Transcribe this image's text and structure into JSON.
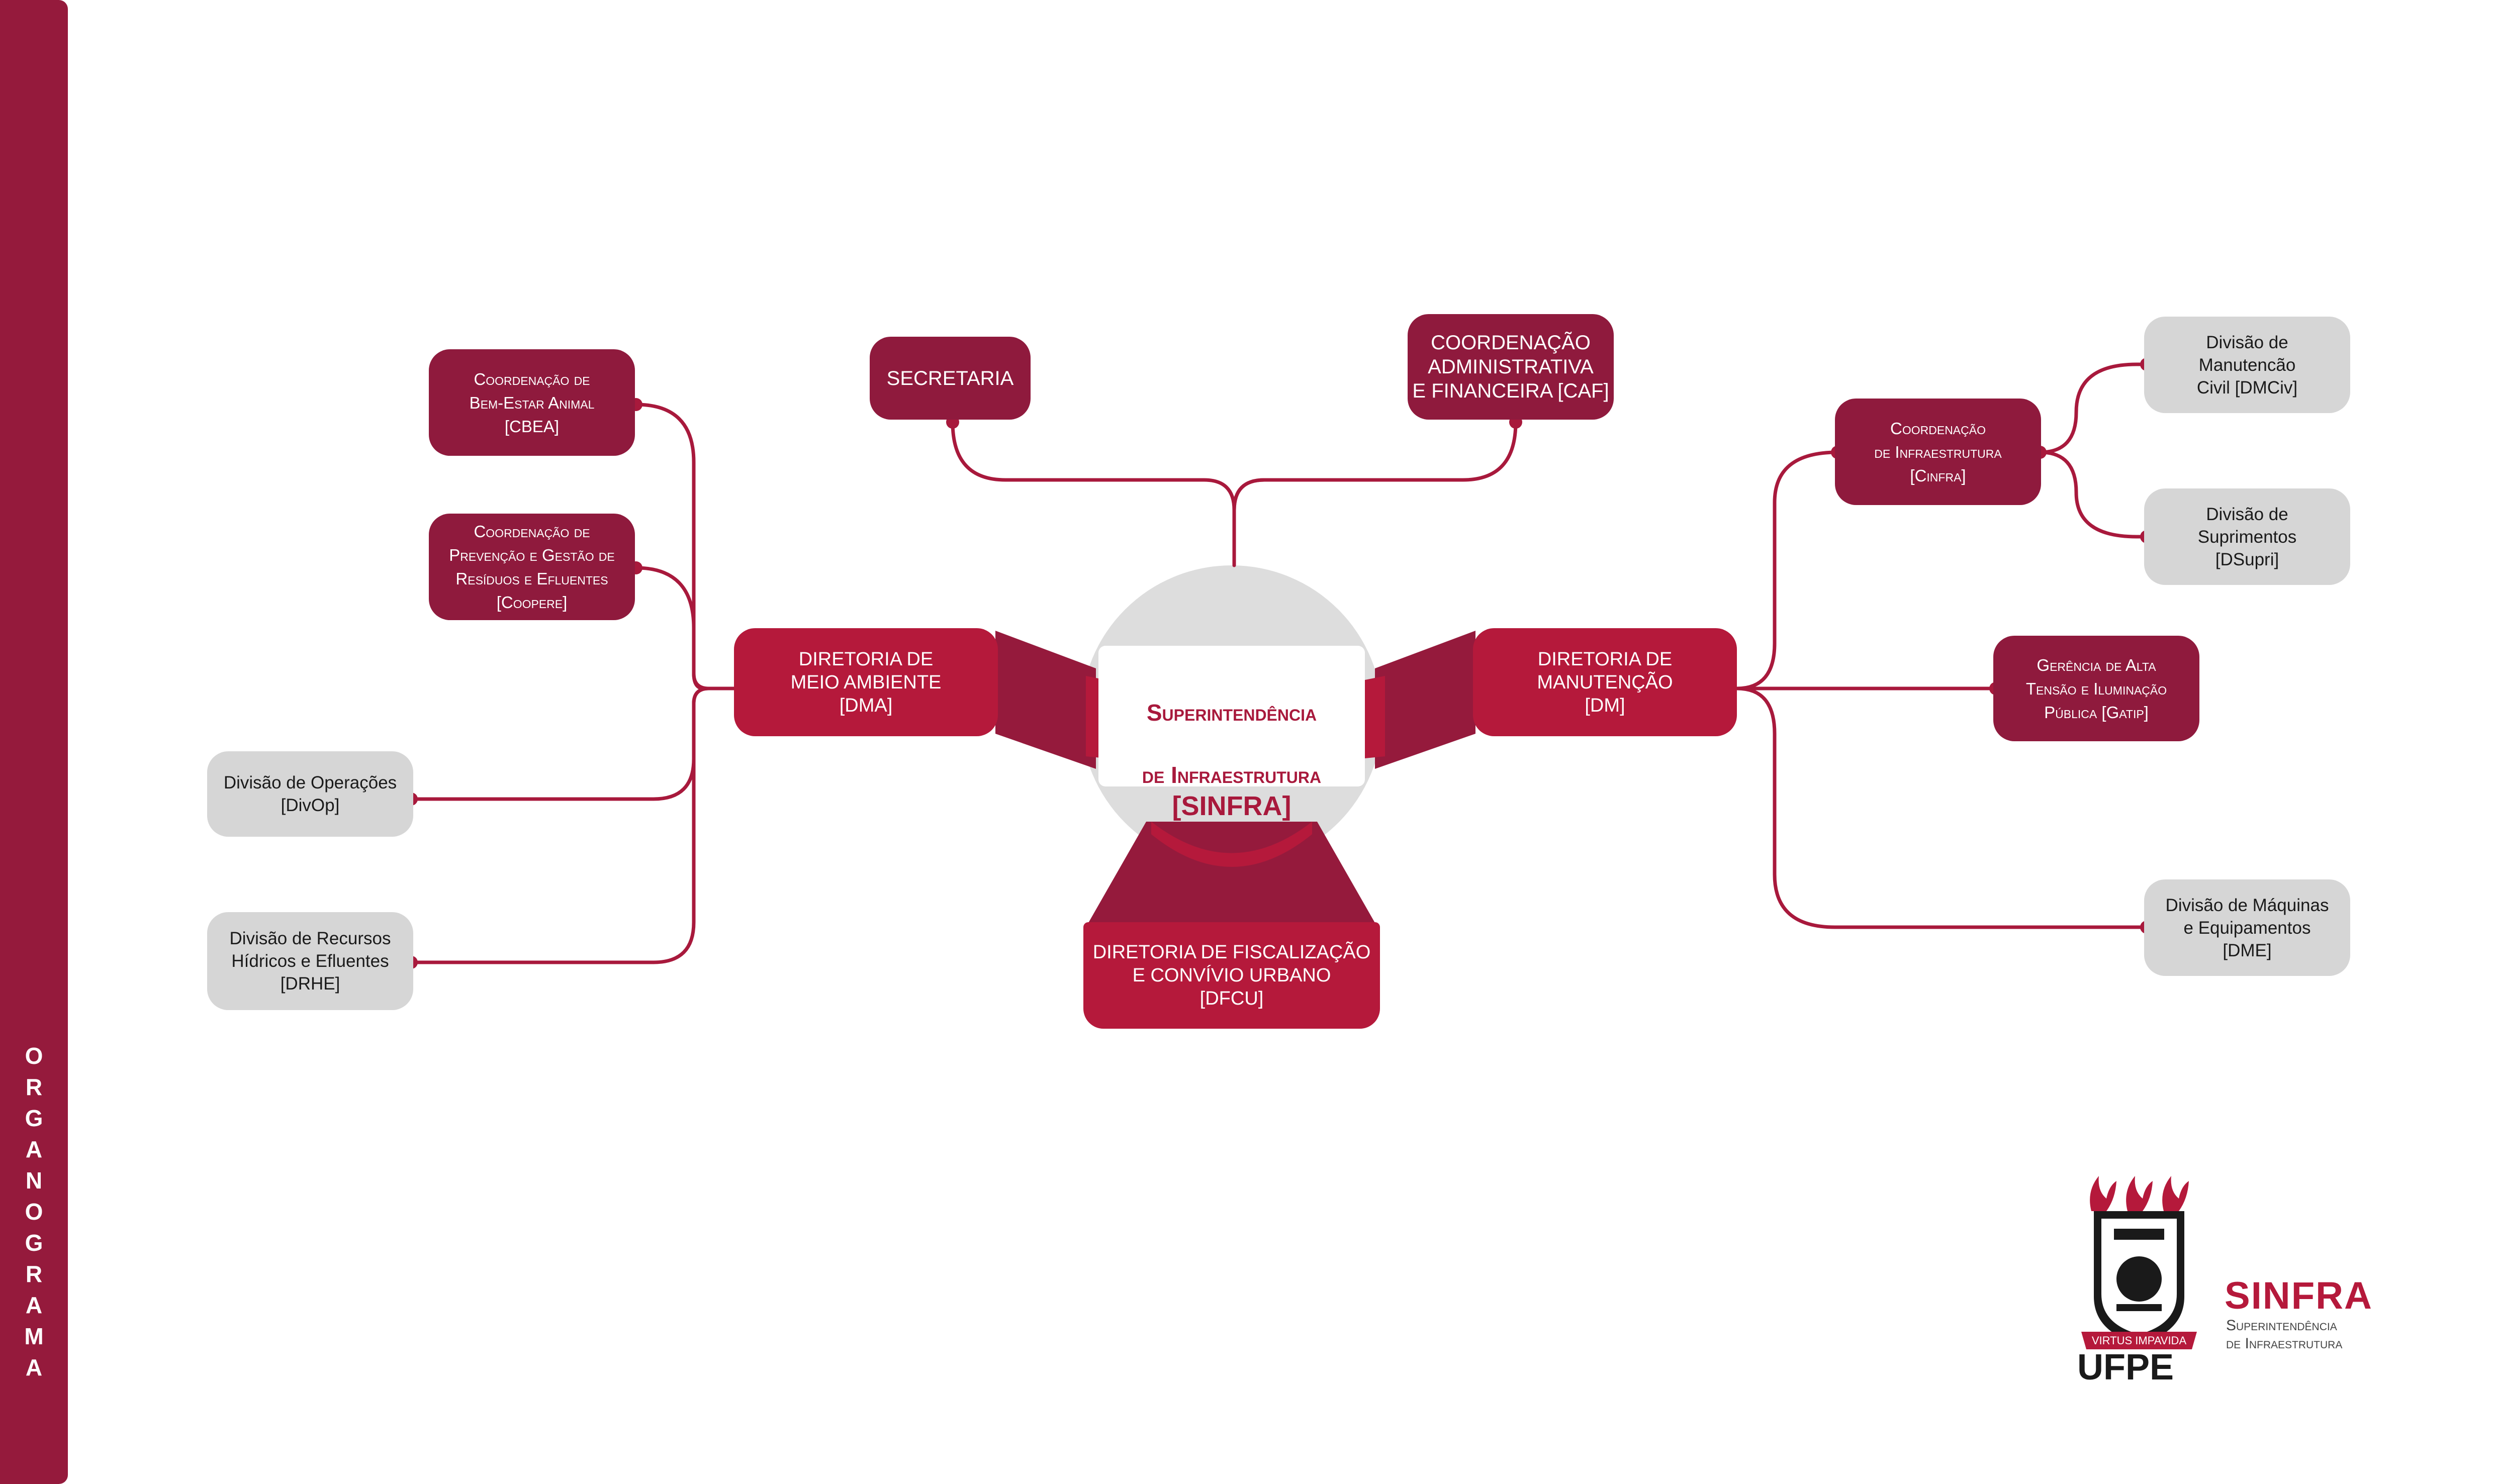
{
  "sidebar": {
    "letters": [
      "O",
      "R",
      "G",
      "A",
      "N",
      "O",
      "G",
      "R",
      "A",
      "M",
      "A"
    ]
  },
  "center": {
    "line1": "Superintendência",
    "line2": "de Infraestrutura",
    "acronym": "[SINFRA]"
  },
  "nodes": {
    "secretaria": "SECRETARIA",
    "caf": "COORDENAÇÃO\nADMINISTRATIVA\nE FINANCEIRA [CAF]",
    "dma": "DIRETORIA DE\nMEIO AMBIENTE\n[DMA]",
    "dm": "DIRETORIA DE\nMANUTENÇÃO\n[DM]",
    "dfcu": "DIRETORIA DE FISCALIZAÇÃO\nE CONVÍVIO URBANO\n[DFCU]",
    "cbea": "Coordenação de\nBem-Estar Animal\n[CBEA]",
    "coopere": "Coordenação de\nPrevenção e Gestão de\nResíduos e Efluentes\n[Coopere]",
    "divop": "Divisão de Operações\n[DivOp]",
    "drhe": "Divisão de Recursos\nHídricos e Efluentes\n[DRHE]",
    "cinfra": "Coordenação\nde Infraestrutura\n[Cinfra]",
    "dmciv": "Divisão de\nManutencão\nCivil [DMCiv]",
    "dsupri": "Divisão de\nSuprimentos\n[DSupri]",
    "gatip": "Gerência de Alta\nTensão e Iluminação\nPública [Gatip]",
    "dme": "Divisão de Máquinas\ne Equipamentos\n[DME]"
  },
  "logo": {
    "motto": "VIRTUS IMPAVIDA",
    "ufpe": "UFPE",
    "sinfra": "SINFRA",
    "sinfra_sub": "Superintendência\nde Infraestrutura"
  },
  "colors": {
    "dark": "#8f1a3d",
    "red": "#b5193b",
    "grey": "#d6d6d6",
    "line": "#a8193c"
  }
}
